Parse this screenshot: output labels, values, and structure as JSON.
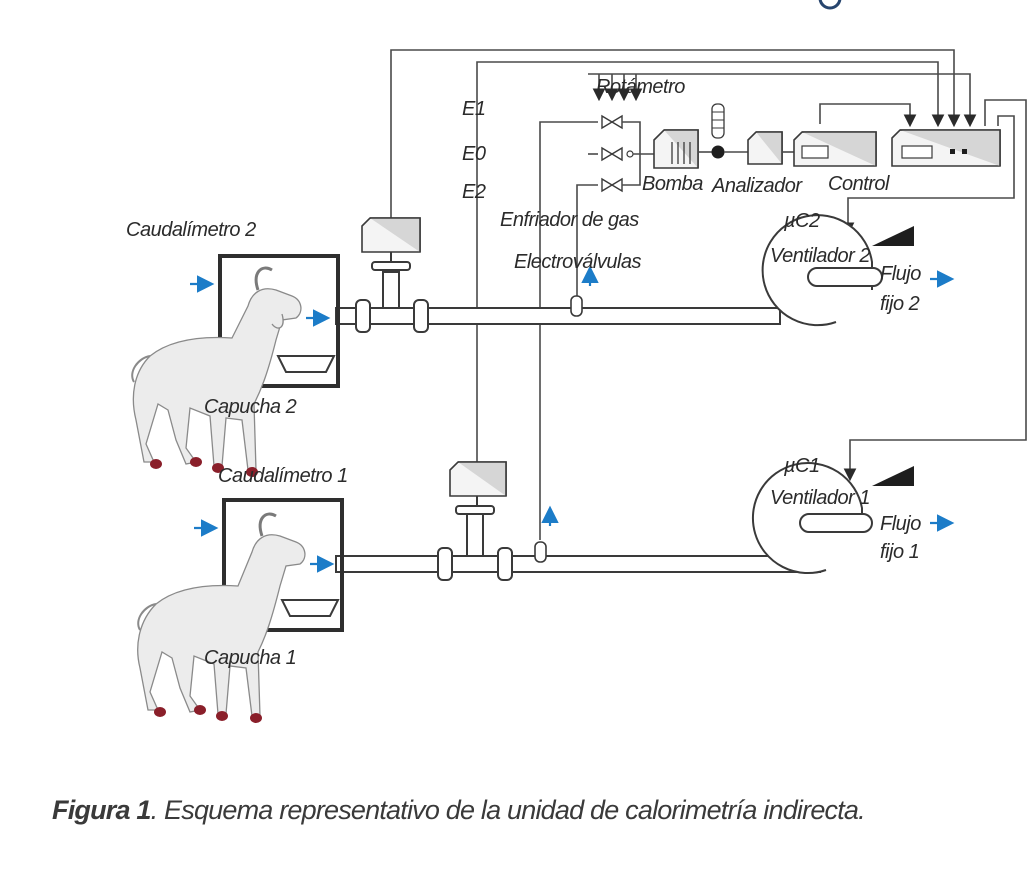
{
  "labels": {
    "rotametro": "Rotámetro",
    "e1": "E1",
    "e0": "E0",
    "e2": "E2",
    "bomba": "Bomba",
    "analizador": "Analizador",
    "control": "Control",
    "enfriador": "Enfriador de gas",
    "electrovalvulas": "Electroválvulas",
    "caudalimetro2": "Caudalímetro 2",
    "caudalimetro1": "Caudalímetro 1",
    "capucha2": "Capucha 2",
    "capucha1": "Capucha 1",
    "uc2": "µC2",
    "ventilador2": "Ventilador 2",
    "uc1": "µC1",
    "ventilador1": "Ventilador 1",
    "flujo2_line1": "Flujo",
    "flujo2_line2": "fijo 2",
    "flujo1_line1": "Flujo",
    "flujo1_line2": "fijo 1"
  },
  "caption": {
    "figure": "Figura 1",
    "separator": ".",
    "text": " Esquema representativo de la unidad de calorimetría indirecta."
  },
  "colors": {
    "airflow_arrow": "#1c7cc8",
    "hoof": "#8a1f2a",
    "line": "#3a3a3a"
  }
}
